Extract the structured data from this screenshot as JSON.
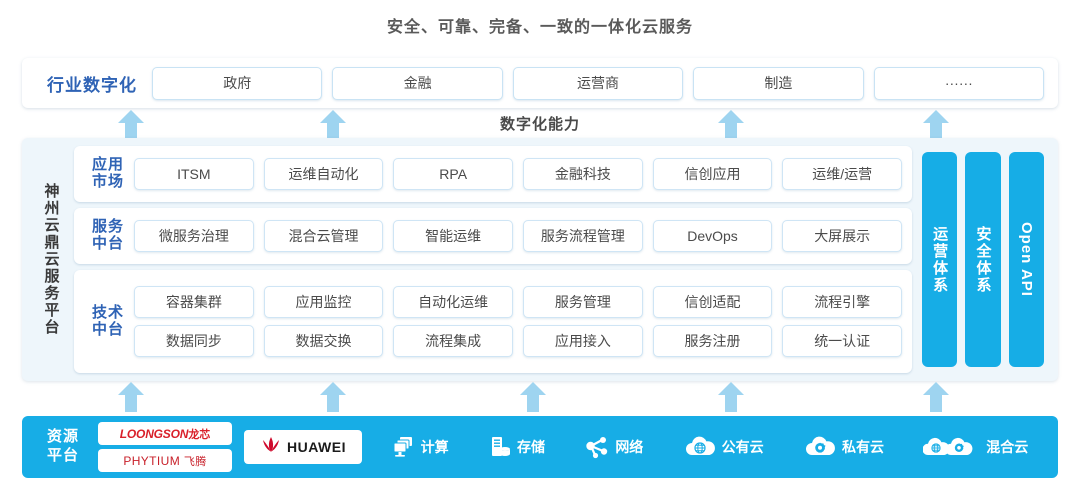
{
  "title": "安全、可靠、完备、一致的一体化云服务",
  "capability_label": "数字化能力",
  "industry": {
    "label": "行业数字化",
    "items": [
      "政府",
      "金融",
      "运营商",
      "制造",
      "······"
    ]
  },
  "platform": {
    "label": "神州云鼎云服务平台",
    "layers": [
      {
        "name": "应用\n市场",
        "name_line1": "应用",
        "name_line2": "市场",
        "rows": [
          [
            "ITSM",
            "运维自动化",
            "RPA",
            "金融科技",
            "信创应用",
            "运维/运营"
          ]
        ]
      },
      {
        "name_line1": "服务",
        "name_line2": "中台",
        "rows": [
          [
            "微服务治理",
            "混合云管理",
            "智能运维",
            "服务流程管理",
            "DevOps",
            "大屏展示"
          ]
        ]
      },
      {
        "name_line1": "技术",
        "name_line2": "中台",
        "rows": [
          [
            "容器集群",
            "应用监控",
            "自动化运维",
            "服务管理",
            "信创适配",
            "流程引擎"
          ],
          [
            "数据同步",
            "数据交换",
            "流程集成",
            "应用接入",
            "服务注册",
            "统一认证"
          ]
        ]
      }
    ],
    "pillars": [
      {
        "text": "运营体系",
        "script": "cjk"
      },
      {
        "text": "安全体系",
        "script": "cjk"
      },
      {
        "text": "Open API",
        "script": "latin"
      }
    ]
  },
  "resource": {
    "label_line1": "资源",
    "label_line2": "平台",
    "vendors": [
      {
        "name": "LOONGSON",
        "cn": "龙芯",
        "style": "loongson"
      },
      {
        "name": "PHYTIUM",
        "cn": "飞腾",
        "style": "phytium"
      }
    ],
    "huawei": "HUAWEI",
    "items": [
      {
        "label": "计算",
        "icon": "compute-icon"
      },
      {
        "label": "存储",
        "icon": "storage-icon"
      },
      {
        "label": "网络",
        "icon": "network-icon"
      },
      {
        "label": "公有云",
        "icon": "public-cloud-icon"
      },
      {
        "label": "私有云",
        "icon": "private-cloud-icon"
      },
      {
        "label": "混合云",
        "icon": "hybrid-cloud-icon"
      }
    ]
  },
  "colors": {
    "accent_blue": "#17ade6",
    "arrow_blue": "#9ed4f0",
    "label_blue": "#2f63b5",
    "panel_bg": "#eef6fb",
    "cell_border": "#cfe5f5",
    "vendor_red": "#d9202a"
  },
  "arrows": {
    "top_x": [
      118,
      320,
      718,
      923
    ],
    "bottom_x": [
      118,
      320,
      520,
      718,
      923
    ]
  }
}
